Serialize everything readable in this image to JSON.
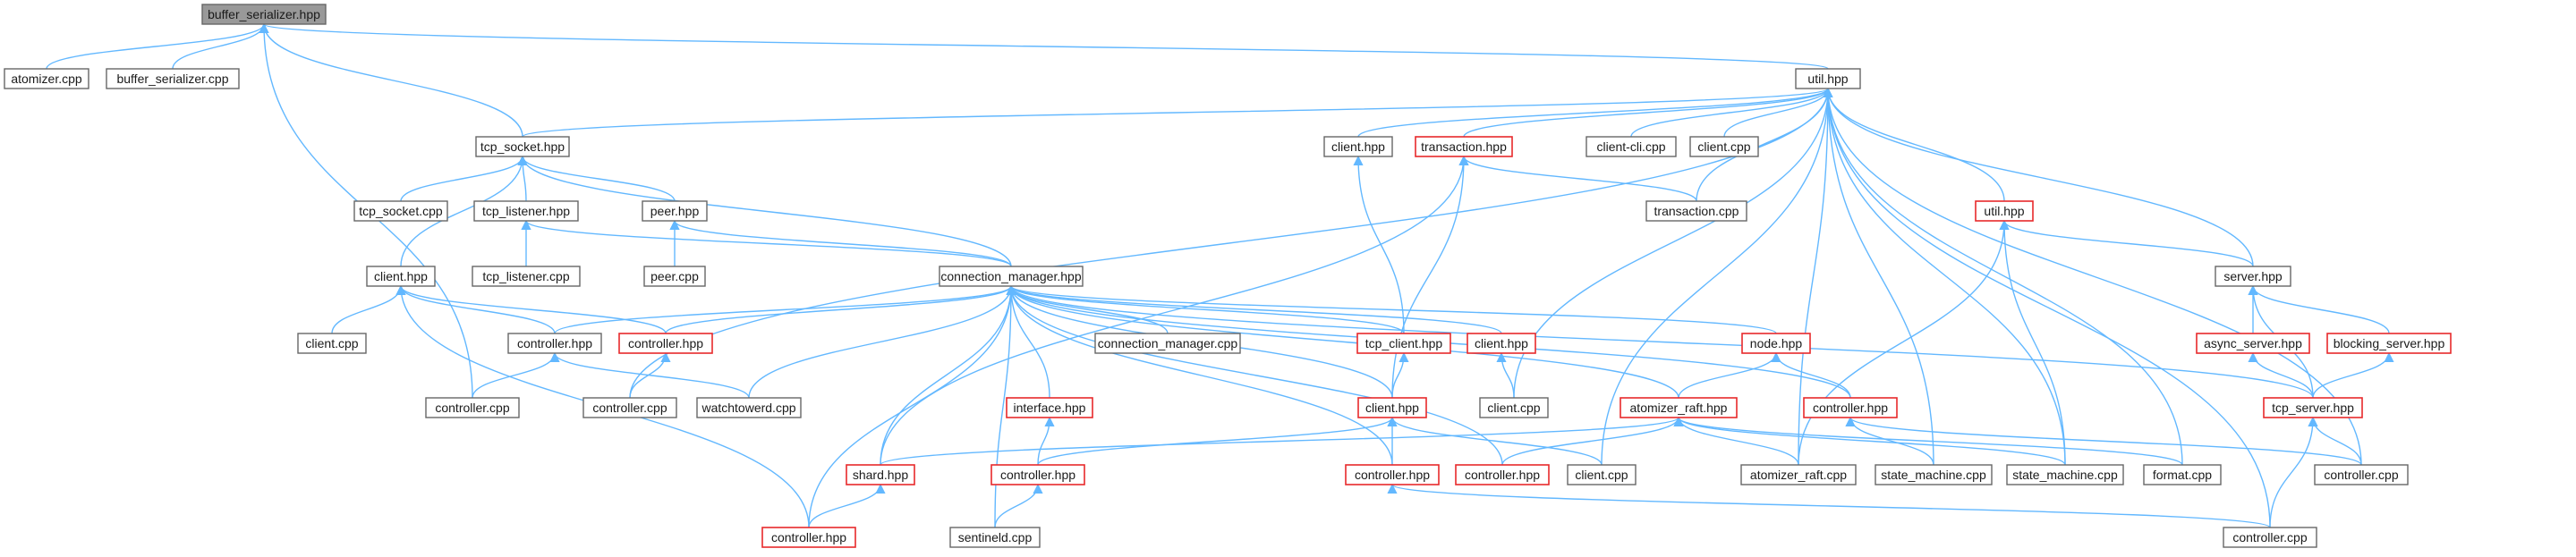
{
  "graph": {
    "title": "",
    "colors": {
      "edge": "#63b8ff",
      "root_fill": "#999999",
      "node_border": "#666666",
      "red_border": "#e8292b"
    },
    "nodes": [
      {
        "id": "root",
        "label": "buffer_serializer.hpp",
        "style": "root"
      },
      {
        "id": "atomizer_cpp",
        "label": "atomizer.cpp",
        "style": "normal"
      },
      {
        "id": "buffer_serializer_cpp",
        "label": "buffer_serializer.cpp",
        "style": "normal"
      },
      {
        "id": "util_hpp",
        "label": "util.hpp",
        "style": "normal"
      },
      {
        "id": "tcp_socket_hpp",
        "label": "tcp_socket.hpp",
        "style": "normal"
      },
      {
        "id": "client_hpp_a",
        "label": "client.hpp",
        "style": "normal"
      },
      {
        "id": "transaction_hpp",
        "label": "transaction.hpp",
        "style": "red"
      },
      {
        "id": "client_cli_cpp",
        "label": "client-cli.cpp",
        "style": "normal"
      },
      {
        "id": "client_cpp_top",
        "label": "client.cpp",
        "style": "normal"
      },
      {
        "id": "tcp_socket_cpp",
        "label": "tcp_socket.cpp",
        "style": "normal"
      },
      {
        "id": "tcp_listener_hpp",
        "label": "tcp_listener.hpp",
        "style": "normal"
      },
      {
        "id": "peer_hpp",
        "label": "peer.hpp",
        "style": "normal"
      },
      {
        "id": "transaction_cpp",
        "label": "transaction.cpp",
        "style": "normal"
      },
      {
        "id": "util_hpp_red",
        "label": "util.hpp",
        "style": "red"
      },
      {
        "id": "client_hpp_left",
        "label": "client.hpp",
        "style": "normal"
      },
      {
        "id": "tcp_listener_cpp",
        "label": "tcp_listener.cpp",
        "style": "normal"
      },
      {
        "id": "peer_cpp",
        "label": "peer.cpp",
        "style": "normal"
      },
      {
        "id": "connection_manager_hpp",
        "label": "connection_manager.hpp",
        "style": "normal"
      },
      {
        "id": "server_hpp",
        "label": "server.hpp",
        "style": "normal"
      },
      {
        "id": "client_cpp_left",
        "label": "client.cpp",
        "style": "normal"
      },
      {
        "id": "controller_hpp_a",
        "label": "controller.hpp",
        "style": "normal"
      },
      {
        "id": "controller_hpp_red_a",
        "label": "controller.hpp",
        "style": "red"
      },
      {
        "id": "connection_manager_cpp",
        "label": "connection_manager.cpp",
        "style": "normal"
      },
      {
        "id": "tcp_client_hpp",
        "label": "tcp_client.hpp",
        "style": "red"
      },
      {
        "id": "client_hpp_red",
        "label": "client.hpp",
        "style": "red"
      },
      {
        "id": "node_hpp",
        "label": "node.hpp",
        "style": "red"
      },
      {
        "id": "async_server_hpp",
        "label": "async_server.hpp",
        "style": "red"
      },
      {
        "id": "blocking_server_hpp",
        "label": "blocking_server.hpp",
        "style": "red"
      },
      {
        "id": "controller_cpp_a",
        "label": "controller.cpp",
        "style": "normal"
      },
      {
        "id": "controller_cpp_b",
        "label": "controller.cpp",
        "style": "normal"
      },
      {
        "id": "watchtowerd_cpp",
        "label": "watchtowerd.cpp",
        "style": "normal"
      },
      {
        "id": "interface_hpp",
        "label": "interface.hpp",
        "style": "red"
      },
      {
        "id": "client_hpp_red2",
        "label": "client.hpp",
        "style": "red"
      },
      {
        "id": "client_cpp_mid",
        "label": "client.cpp",
        "style": "normal"
      },
      {
        "id": "atomizer_raft_hpp",
        "label": "atomizer_raft.hpp",
        "style": "red"
      },
      {
        "id": "controller_hpp_red_b",
        "label": "controller.hpp",
        "style": "red"
      },
      {
        "id": "tcp_server_hpp",
        "label": "tcp_server.hpp",
        "style": "red"
      },
      {
        "id": "shard_hpp",
        "label": "shard.hpp",
        "style": "red"
      },
      {
        "id": "controller_hpp_red_c",
        "label": "controller.hpp",
        "style": "red"
      },
      {
        "id": "controller_hpp_red_d",
        "label": "controller.hpp",
        "style": "red"
      },
      {
        "id": "controller_hpp_red_e",
        "label": "controller.hpp",
        "style": "red"
      },
      {
        "id": "client_cpp_low",
        "label": "client.cpp",
        "style": "normal"
      },
      {
        "id": "atomizer_raft_cpp",
        "label": "atomizer_raft.cpp",
        "style": "normal"
      },
      {
        "id": "state_machine_cpp_a",
        "label": "state_machine.cpp",
        "style": "normal"
      },
      {
        "id": "state_machine_cpp_b",
        "label": "state_machine.cpp",
        "style": "normal"
      },
      {
        "id": "format_cpp",
        "label": "format.cpp",
        "style": "normal"
      },
      {
        "id": "controller_cpp_c",
        "label": "controller.cpp",
        "style": "normal"
      },
      {
        "id": "controller_hpp_red_f",
        "label": "controller.hpp",
        "style": "red"
      },
      {
        "id": "sentineld_cpp",
        "label": "sentineld.cpp",
        "style": "normal"
      },
      {
        "id": "controller_cpp_d",
        "label": "controller.cpp",
        "style": "normal"
      }
    ],
    "edges": [
      [
        "atomizer_cpp",
        "root"
      ],
      [
        "buffer_serializer_cpp",
        "root"
      ],
      [
        "util_hpp",
        "root"
      ],
      [
        "tcp_socket_hpp",
        "root"
      ],
      [
        "controller_cpp_a",
        "root"
      ],
      [
        "tcp_socket_hpp",
        "util_hpp"
      ],
      [
        "client_hpp_a",
        "util_hpp"
      ],
      [
        "transaction_hpp",
        "util_hpp"
      ],
      [
        "client_cli_cpp",
        "util_hpp"
      ],
      [
        "client_cpp_top",
        "util_hpp"
      ],
      [
        "transaction_cpp",
        "util_hpp"
      ],
      [
        "util_hpp_red",
        "util_hpp"
      ],
      [
        "server_hpp",
        "util_hpp"
      ],
      [
        "controller_cpp_b",
        "util_hpp"
      ],
      [
        "client_cpp_mid",
        "util_hpp"
      ],
      [
        "client_cpp_low",
        "util_hpp"
      ],
      [
        "atomizer_raft_cpp",
        "util_hpp"
      ],
      [
        "state_machine_cpp_a",
        "util_hpp"
      ],
      [
        "state_machine_cpp_b",
        "util_hpp"
      ],
      [
        "format_cpp",
        "util_hpp"
      ],
      [
        "controller_cpp_c",
        "util_hpp"
      ],
      [
        "controller_cpp_d",
        "util_hpp"
      ],
      [
        "tcp_socket_cpp",
        "tcp_socket_hpp"
      ],
      [
        "tcp_listener_hpp",
        "tcp_socket_hpp"
      ],
      [
        "peer_hpp",
        "tcp_socket_hpp"
      ],
      [
        "client_hpp_left",
        "tcp_socket_hpp"
      ],
      [
        "connection_manager_hpp",
        "tcp_socket_hpp"
      ],
      [
        "tcp_listener_cpp",
        "tcp_listener_hpp"
      ],
      [
        "connection_manager_hpp",
        "tcp_listener_hpp"
      ],
      [
        "peer_cpp",
        "peer_hpp"
      ],
      [
        "connection_manager_hpp",
        "peer_hpp"
      ],
      [
        "tcp_client_hpp",
        "client_hpp_a"
      ],
      [
        "transaction_cpp",
        "transaction_hpp"
      ],
      [
        "shard_hpp",
        "transaction_hpp"
      ],
      [
        "client_hpp_red2",
        "transaction_hpp"
      ],
      [
        "server_hpp",
        "util_hpp_red"
      ],
      [
        "atomizer_raft_cpp",
        "util_hpp_red"
      ],
      [
        "state_machine_cpp_b",
        "util_hpp_red"
      ],
      [
        "client_cpp_left",
        "client_hpp_left"
      ],
      [
        "controller_hpp_a",
        "client_hpp_left"
      ],
      [
        "controller_hpp_red_a",
        "client_hpp_left"
      ],
      [
        "controller_hpp_red_d",
        "client_hpp_left"
      ],
      [
        "controller_hpp_a",
        "connection_manager_hpp"
      ],
      [
        "controller_hpp_red_a",
        "connection_manager_hpp"
      ],
      [
        "connection_manager_cpp",
        "connection_manager_hpp"
      ],
      [
        "tcp_client_hpp",
        "connection_manager_hpp"
      ],
      [
        "client_hpp_red",
        "connection_manager_hpp"
      ],
      [
        "node_hpp",
        "connection_manager_hpp"
      ],
      [
        "watchtowerd_cpp",
        "connection_manager_hpp"
      ],
      [
        "interface_hpp",
        "connection_manager_hpp"
      ],
      [
        "shard_hpp",
        "connection_manager_hpp"
      ],
      [
        "controller_hpp_red_d",
        "connection_manager_hpp"
      ],
      [
        "controller_hpp_red_e",
        "connection_manager_hpp"
      ],
      [
        "sentineld_cpp",
        "connection_manager_hpp"
      ],
      [
        "client_hpp_red2",
        "connection_manager_hpp"
      ],
      [
        "controller_hpp_red_b",
        "connection_manager_hpp"
      ],
      [
        "controller_hpp_red_c",
        "connection_manager_hpp"
      ],
      [
        "atomizer_raft_hpp",
        "connection_manager_hpp"
      ],
      [
        "tcp_server_hpp",
        "connection_manager_hpp"
      ],
      [
        "async_server_hpp",
        "server_hpp"
      ],
      [
        "blocking_server_hpp",
        "server_hpp"
      ],
      [
        "tcp_server_hpp",
        "server_hpp"
      ],
      [
        "controller_cpp_a",
        "controller_hpp_a"
      ],
      [
        "watchtowerd_cpp",
        "controller_hpp_a"
      ],
      [
        "controller_cpp_b",
        "controller_hpp_red_a"
      ],
      [
        "client_hpp_red2",
        "tcp_client_hpp"
      ],
      [
        "client_cpp_mid",
        "client_hpp_red"
      ],
      [
        "atomizer_raft_hpp",
        "node_hpp"
      ],
      [
        "controller_hpp_red_b",
        "node_hpp"
      ],
      [
        "tcp_server_hpp",
        "async_server_hpp"
      ],
      [
        "tcp_server_hpp",
        "blocking_server_hpp"
      ],
      [
        "controller_hpp_red_f",
        "interface_hpp"
      ],
      [
        "client_cpp_low",
        "client_hpp_red2"
      ],
      [
        "controller_hpp_red_c",
        "client_hpp_red2"
      ],
      [
        "controller_hpp_red_f",
        "client_hpp_red2"
      ],
      [
        "shard_hpp",
        "atomizer_raft_hpp"
      ],
      [
        "controller_hpp_red_e",
        "atomizer_raft_hpp"
      ],
      [
        "atomizer_raft_cpp",
        "atomizer_raft_hpp"
      ],
      [
        "state_machine_cpp_b",
        "atomizer_raft_hpp"
      ],
      [
        "format_cpp",
        "atomizer_raft_hpp"
      ],
      [
        "state_machine_cpp_a",
        "controller_hpp_red_b"
      ],
      [
        "controller_cpp_c",
        "controller_hpp_red_b"
      ],
      [
        "controller_cpp_c",
        "tcp_server_hpp"
      ],
      [
        "controller_cpp_d",
        "tcp_server_hpp"
      ],
      [
        "controller_hpp_red_d",
        "shard_hpp"
      ],
      [
        "sentineld_cpp",
        "controller_hpp_red_f"
      ],
      [
        "controller_cpp_d",
        "controller_hpp_red_c"
      ]
    ]
  }
}
